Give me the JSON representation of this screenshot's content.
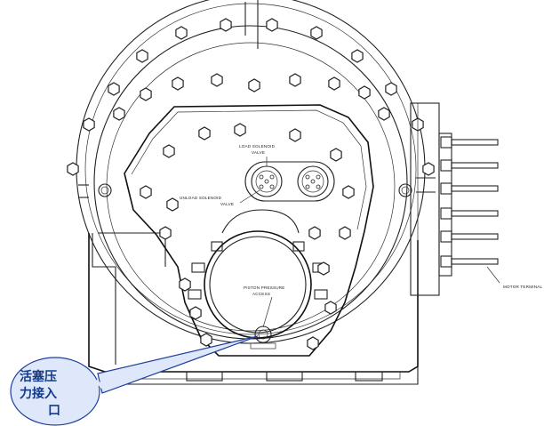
{
  "labels": {
    "load_solenoid_line1": "LOAD SOLENOID",
    "load_solenoid_line2": "VALVE",
    "unload_solenoid_line1": "UNLOAD SOLENOID",
    "unload_solenoid_line2": "VALVE",
    "piston_pressure_line1": "PISTON PRESSURE",
    "piston_pressure_line2": "ACCESS",
    "motor_terminal": "MOTOR TERMINAL"
  },
  "callout": {
    "line1": "活塞压",
    "line2": "力接入",
    "line3": "口"
  },
  "colors": {
    "callout_fill": "#dfe8fb",
    "callout_stroke": "#1f3f99",
    "callout_text": "#123a8a",
    "line": "#222222"
  }
}
